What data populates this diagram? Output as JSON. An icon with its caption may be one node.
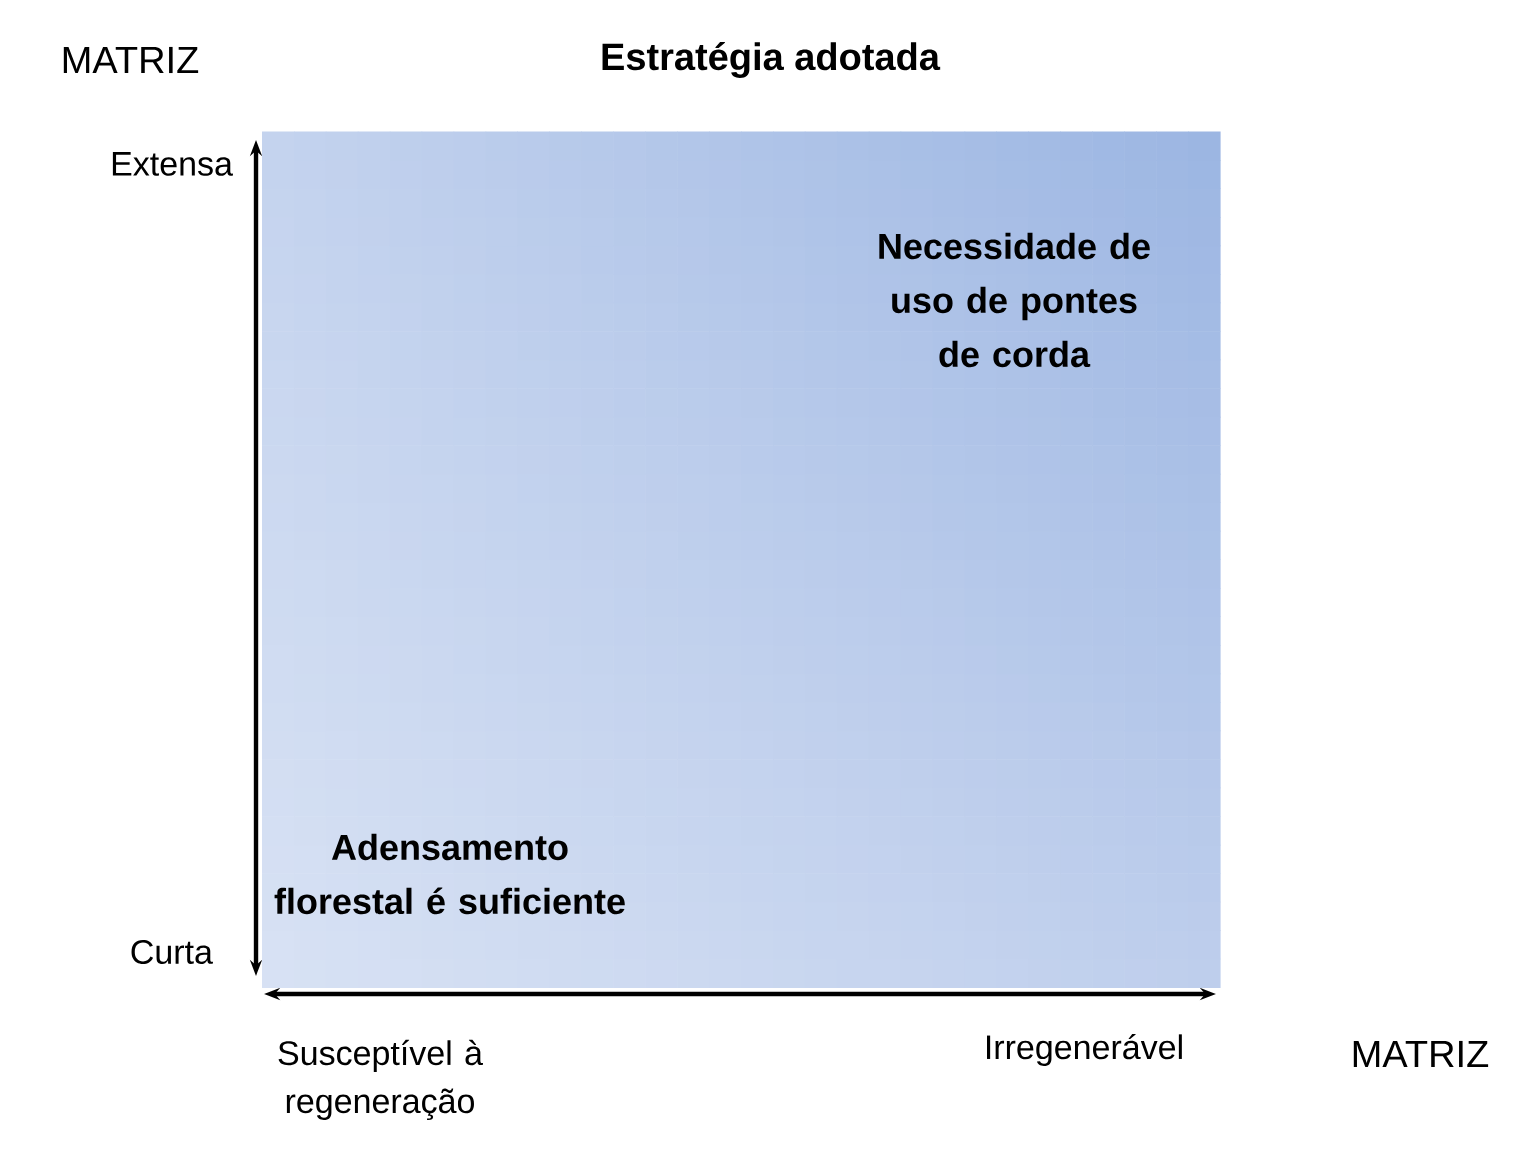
{
  "diagram": {
    "title": "Estratégia adotada",
    "nodes": [
      {
        "text": [
          "Necessidade de uso de pontes de corda",
          "Adensamento florestal é suficiente"
        ]
      }
    ],
    "labels": [
      "MATRIZ",
      "Extensa",
      "Curta",
      "Susceptível à regeneração",
      "Irregenerável",
      "MATRIZ"
    ]
  }
}
